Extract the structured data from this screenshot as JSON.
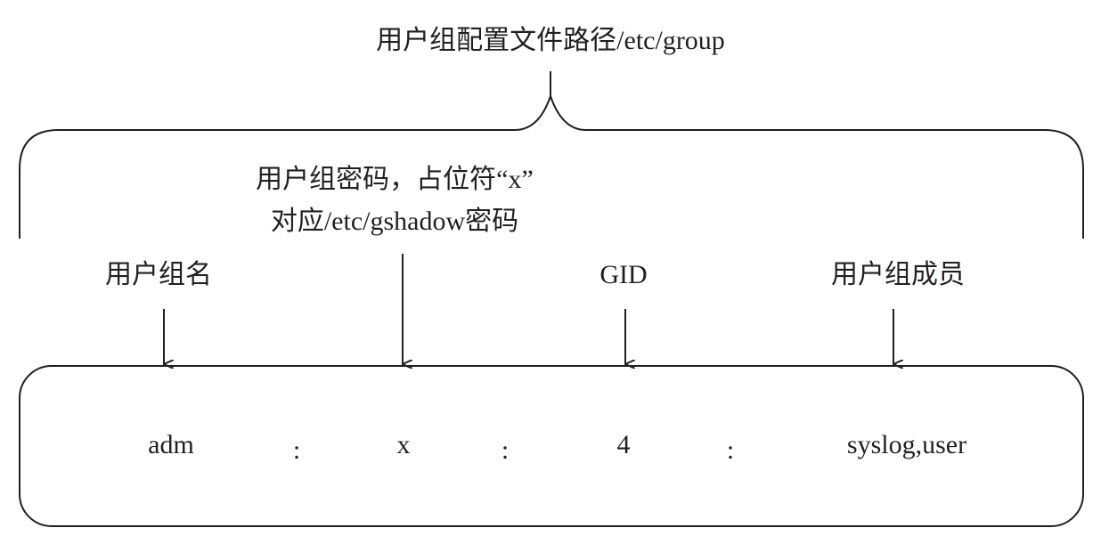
{
  "title": "用户组配置文件路径/etc/group",
  "password_note": {
    "line1": "用户组密码，占位符“x”",
    "line2": "对应/etc/gshadow密码"
  },
  "field_labels": {
    "group_name": "用户组名",
    "gid": "GID",
    "members": "用户组成员"
  },
  "record": {
    "group_name": "adm",
    "password": "x",
    "gid": "4",
    "members": "syslog,user",
    "separator": ":"
  }
}
